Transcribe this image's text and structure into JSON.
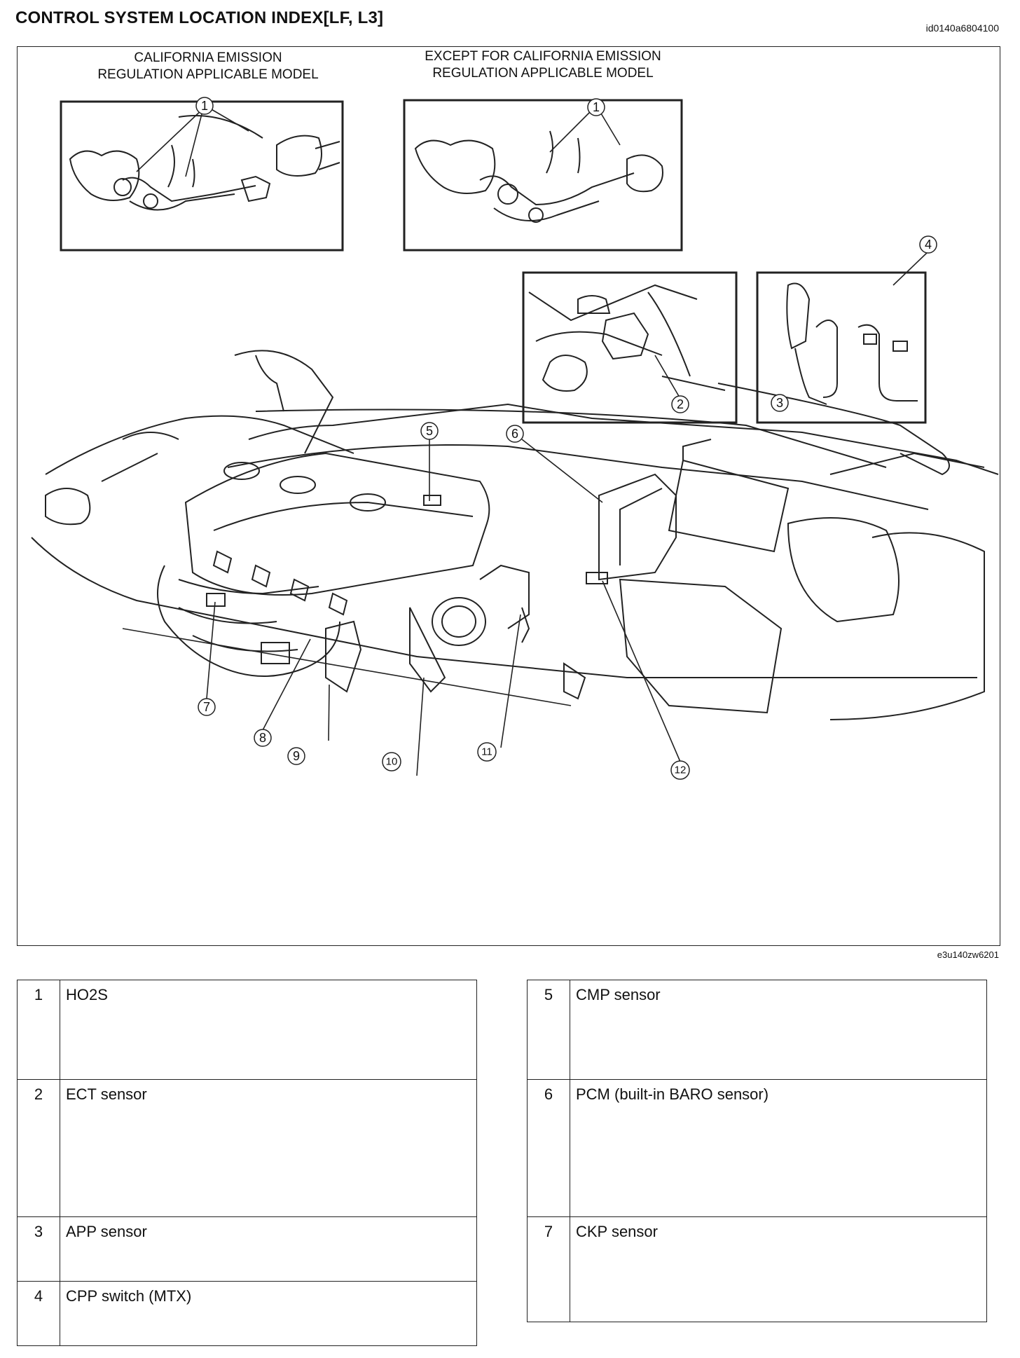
{
  "header": {
    "title": "CONTROL SYSTEM LOCATION INDEX[LF, L3]",
    "doc_id": "id0140a6804100"
  },
  "figure": {
    "figure_id": "e3u140zw6201",
    "panels": {
      "california": "CALIFORNIA EMISSION\nREGULATION APPLICABLE MODEL",
      "except_california": "EXCEPT FOR CALIFORNIA EMISSION\nREGULATION APPLICABLE MODEL"
    },
    "callouts": [
      "1",
      "2",
      "3",
      "4",
      "5",
      "6",
      "7",
      "8",
      "9",
      "10",
      "11",
      "12"
    ]
  },
  "legend": {
    "left": [
      {
        "num": "1",
        "label": "HO2S"
      },
      {
        "num": "2",
        "label": "ECT sensor"
      },
      {
        "num": "3",
        "label": "APP sensor"
      },
      {
        "num": "4",
        "label": "CPP switch (MTX)"
      }
    ],
    "right": [
      {
        "num": "5",
        "label": "CMP sensor"
      },
      {
        "num": "6",
        "label": "PCM (built-in BARO sensor)"
      },
      {
        "num": "7",
        "label": "CKP sensor"
      }
    ]
  }
}
